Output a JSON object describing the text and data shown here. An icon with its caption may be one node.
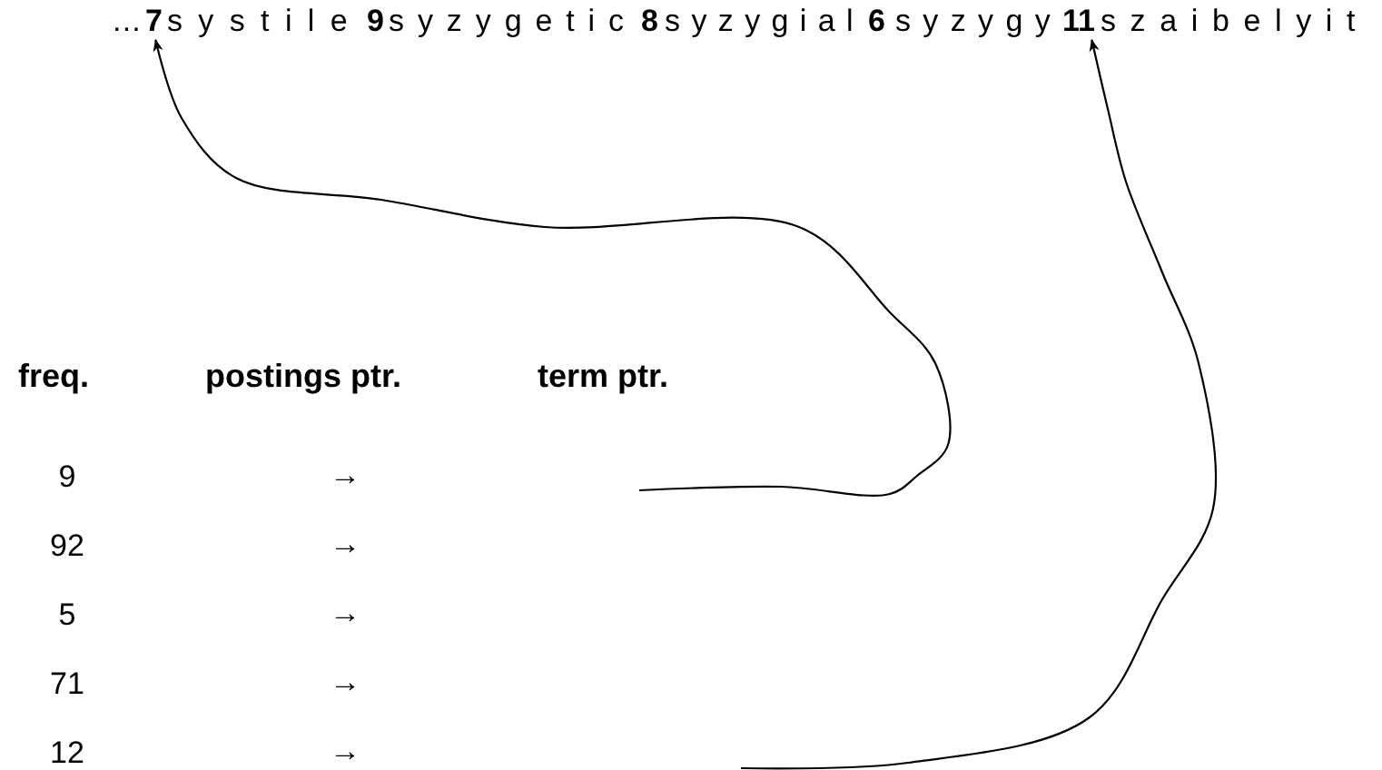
{
  "diagram": {
    "nodes": [
      {
        "text": [
          "..."
        ]
      },
      {
        "text": [
          "7"
        ]
      },
      {
        "text": [
          "systile"
        ]
      },
      {
        "text": [
          "9"
        ]
      },
      {
        "text": [
          "syzygetic"
        ]
      },
      {
        "text": [
          "8"
        ]
      },
      {
        "text": [
          "syzygial"
        ]
      },
      {
        "text": [
          "6"
        ]
      },
      {
        "text": [
          "syzygy"
        ]
      },
      {
        "text": [
          "11"
        ]
      },
      {
        "text": [
          "szaibelyit"
        ]
      }
    ],
    "edges": [
      {
        "from": null,
        "to": 1,
        "arrow": "to"
      },
      {
        "from": null,
        "to": 9,
        "arrow": "to"
      }
    ],
    "labels": [
      "freq.",
      "postings ptr.",
      "term ptr.",
      "9",
      "→",
      "92",
      "→",
      "5",
      "→",
      "71",
      "→",
      "12",
      "→"
    ]
  }
}
